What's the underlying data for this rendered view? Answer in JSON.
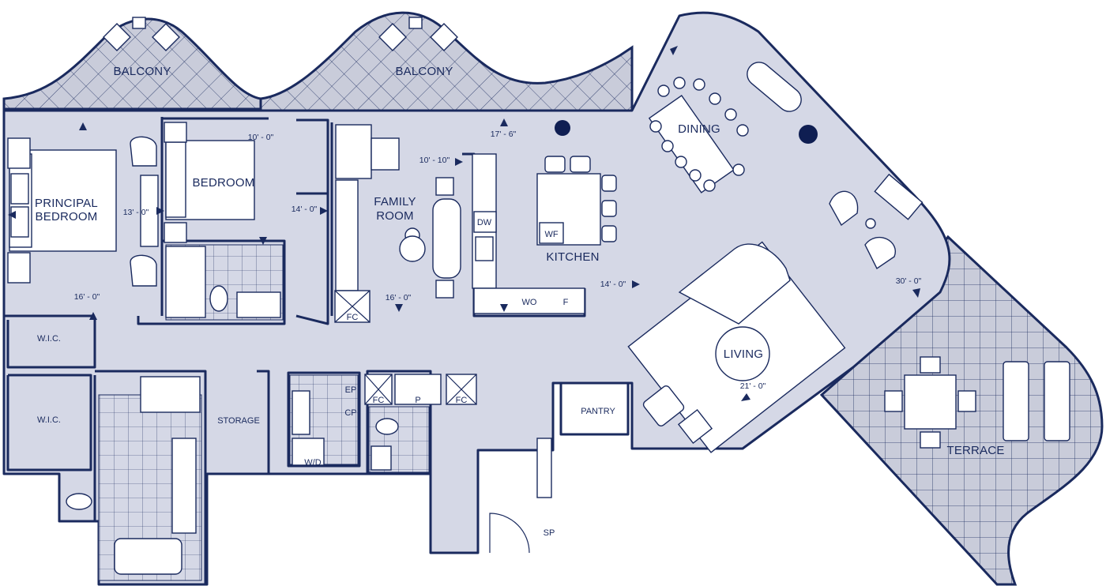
{
  "colors": {
    "ink": "#1a2a5e",
    "floor": "#d5d8e6",
    "outdoor": "#c9ccda",
    "fixture": "#ffffff"
  },
  "rooms": {
    "balcony_left": "BALCONY",
    "balcony_right": "BALCONY",
    "principal_bedroom_line1": "PRINCIPAL",
    "principal_bedroom_line2": "BEDROOM",
    "bedroom": "BEDROOM",
    "family_room_line1": "FAMILY",
    "family_room_line2": "ROOM",
    "kitchen": "KITCHEN",
    "dining": "DINING",
    "living": "LIVING",
    "terrace": "TERRACE",
    "wic_upper": "W.I.C.",
    "wic_lower": "W.I.C.",
    "storage": "STORAGE",
    "pantry": "PANTRY"
  },
  "tags": {
    "dw": "DW",
    "wf": "WF",
    "wo": "WO",
    "f": "F",
    "fc_family": "FC",
    "fc_left": "FC",
    "fc_right": "FC",
    "p": "P",
    "ep": "EP",
    "cp": "CP",
    "wd": "W/D",
    "sp": "SP"
  },
  "dimensions": {
    "d_10_0": "10' - 0\"",
    "d_17_6": "17' - 6\"",
    "d_10_10": "10' - 10\"",
    "d_13_0": "13' - 0\"",
    "d_14_0_bed": "14' - 0\"",
    "d_16_0_bed": "16' - 0\"",
    "d_16_0_fam": "16' - 0\"",
    "d_14_0_kit": "14' - 0\"",
    "d_30_0": "30' - 0\"",
    "d_21_0": "21' - 0\""
  }
}
